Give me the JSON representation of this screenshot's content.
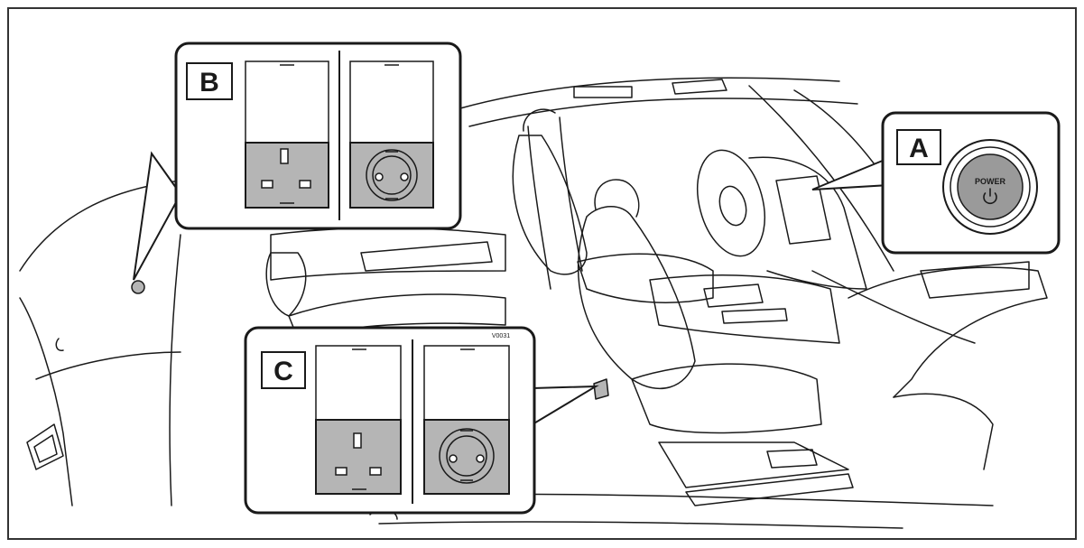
{
  "labels": {
    "a": "A",
    "b": "B",
    "c": "C"
  },
  "power_button": {
    "text": "POWER",
    "icon": "power-symbol-icon"
  },
  "code": "V0031",
  "colors": {
    "line": "#1a1a1a",
    "socket_fill": "#b5b5b5",
    "power_fill": "#9a9a9a",
    "background": "#ffffff"
  }
}
